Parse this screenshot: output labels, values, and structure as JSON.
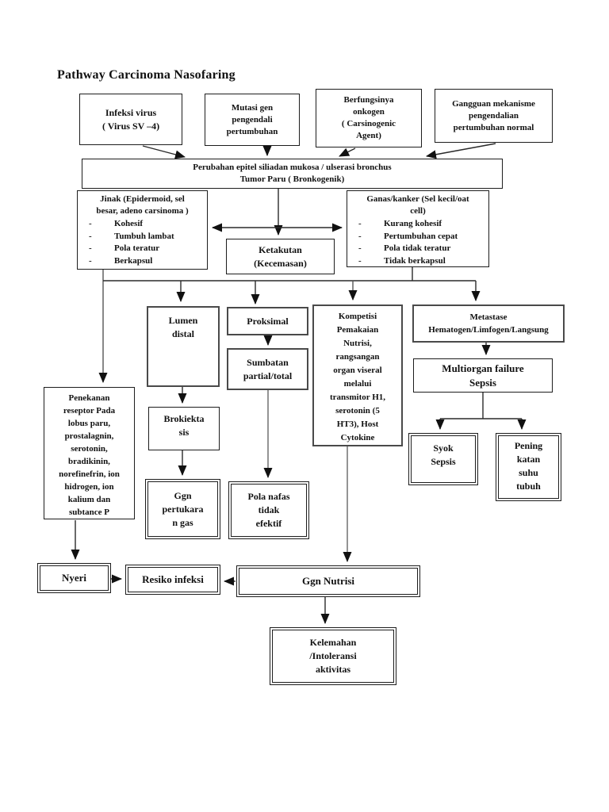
{
  "title": "Pathway Carcinoma Nasofaring",
  "bullet": "-",
  "boxes": {
    "infeksi": "Infeksi virus\n( Virus SV –4)",
    "mutasi": "Mutasi gen\npengendali\npertumbuhan",
    "berfungsinya": "Berfungsinya\nonkogen\n( Carsinogenic\nAgent)",
    "gangguan": "Gangguan mekanisme\npengendalian\npertumbuhan normal",
    "perubahan": "Perubahan epitel siliadan mukosa / ulserasi bronchus\nTumor  Paru ( Bronkogenik)",
    "ketakutan": "Ketakutan\n(Kecemasan)",
    "lumen": "Lumen\ndistal",
    "proksimal": "Proksimal",
    "sumbatan": "Sumbatan\npartial/total",
    "kompetisi": "Kompetisi\nPemakaian\nNutrisi,\nrangsangan\norgan viseral\nmelalui\ntransmitor  H1,\nserotonin (5\nHT3), Host\nCytokine",
    "metastase": "Metastase\nHematogen/Limfogen/Langsung",
    "multiorgan": "Multiorgan failure\nSepsis",
    "syok": "Syok\nSepsis",
    "peningkatan": "Pening\nkatan\nsuhu\ntubuh",
    "penekanan": "Penekanan\nreseptor Pada\nlobus paru,\nprostalagnin,\nserotonin,\nbradikinin,\nnorefinefrin, ion\nhidrogen, ion\nkalium dan\nsubtance  P",
    "brokiektasis": "Brokiekta\nsis",
    "ggn_pertukaran": "Ggn\npertukara\nn gas",
    "pola_nafas": "Pola nafas\ntidak\nefektif",
    "nyeri": "Nyeri",
    "resiko": "Resiko infeksi",
    "ggn_nutrisi": "Ggn Nutrisi",
    "kelemahan": "Kelemahan\n/Intoleransi\naktivitas"
  },
  "jinak": {
    "heading": "Jinak (Epidermoid, sel\nbesar, adeno carsinoma )",
    "items": [
      "Kohesif",
      "Tumbuh lambat",
      "Pola teratur",
      "Berkapsul"
    ]
  },
  "ganas": {
    "heading": "Ganas/kanker (Sel  kecil/oat\ncell)",
    "items": [
      "Kurang kohesif",
      "Pertumbuhan cepat",
      "Pola tidak teratur",
      "Tidak berkapsul"
    ]
  }
}
